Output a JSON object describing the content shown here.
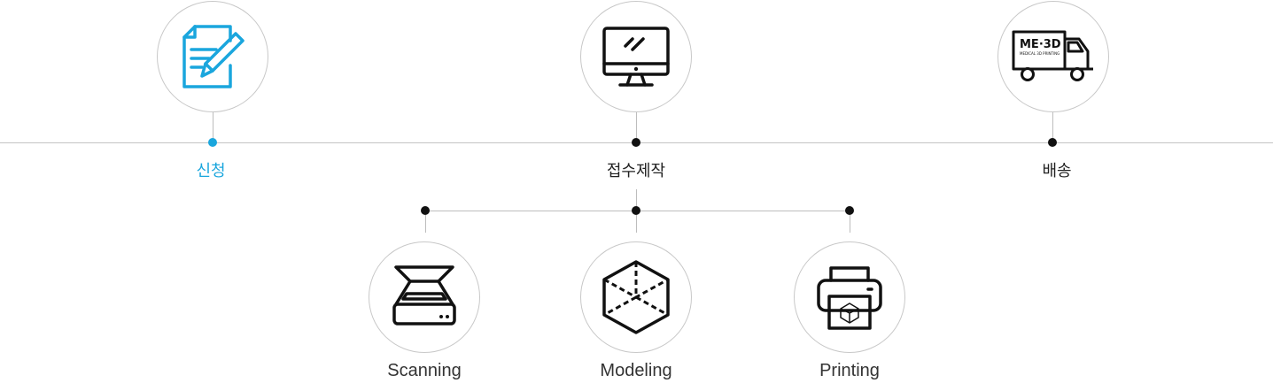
{
  "main_steps": [
    {
      "label": "신청",
      "icon": "document-pencil-icon",
      "active": true
    },
    {
      "label": "접수제작",
      "icon": "monitor-icon",
      "active": false
    },
    {
      "label": "배송",
      "icon": "delivery-truck-icon",
      "active": false
    }
  ],
  "sub_steps": [
    {
      "label": "Scanning",
      "icon": "flatbed-scanner-icon"
    },
    {
      "label": "Modeling",
      "icon": "3d-cube-icon"
    },
    {
      "label": "Printing",
      "icon": "3d-printer-icon"
    }
  ],
  "truck": {
    "brand": "ME·3D",
    "tagline": "MEDICAL 3D PRINTING"
  },
  "colors": {
    "accent": "#1aa6dd",
    "line": "#c4c4c4",
    "dot": "#111111",
    "text": "#222222"
  }
}
